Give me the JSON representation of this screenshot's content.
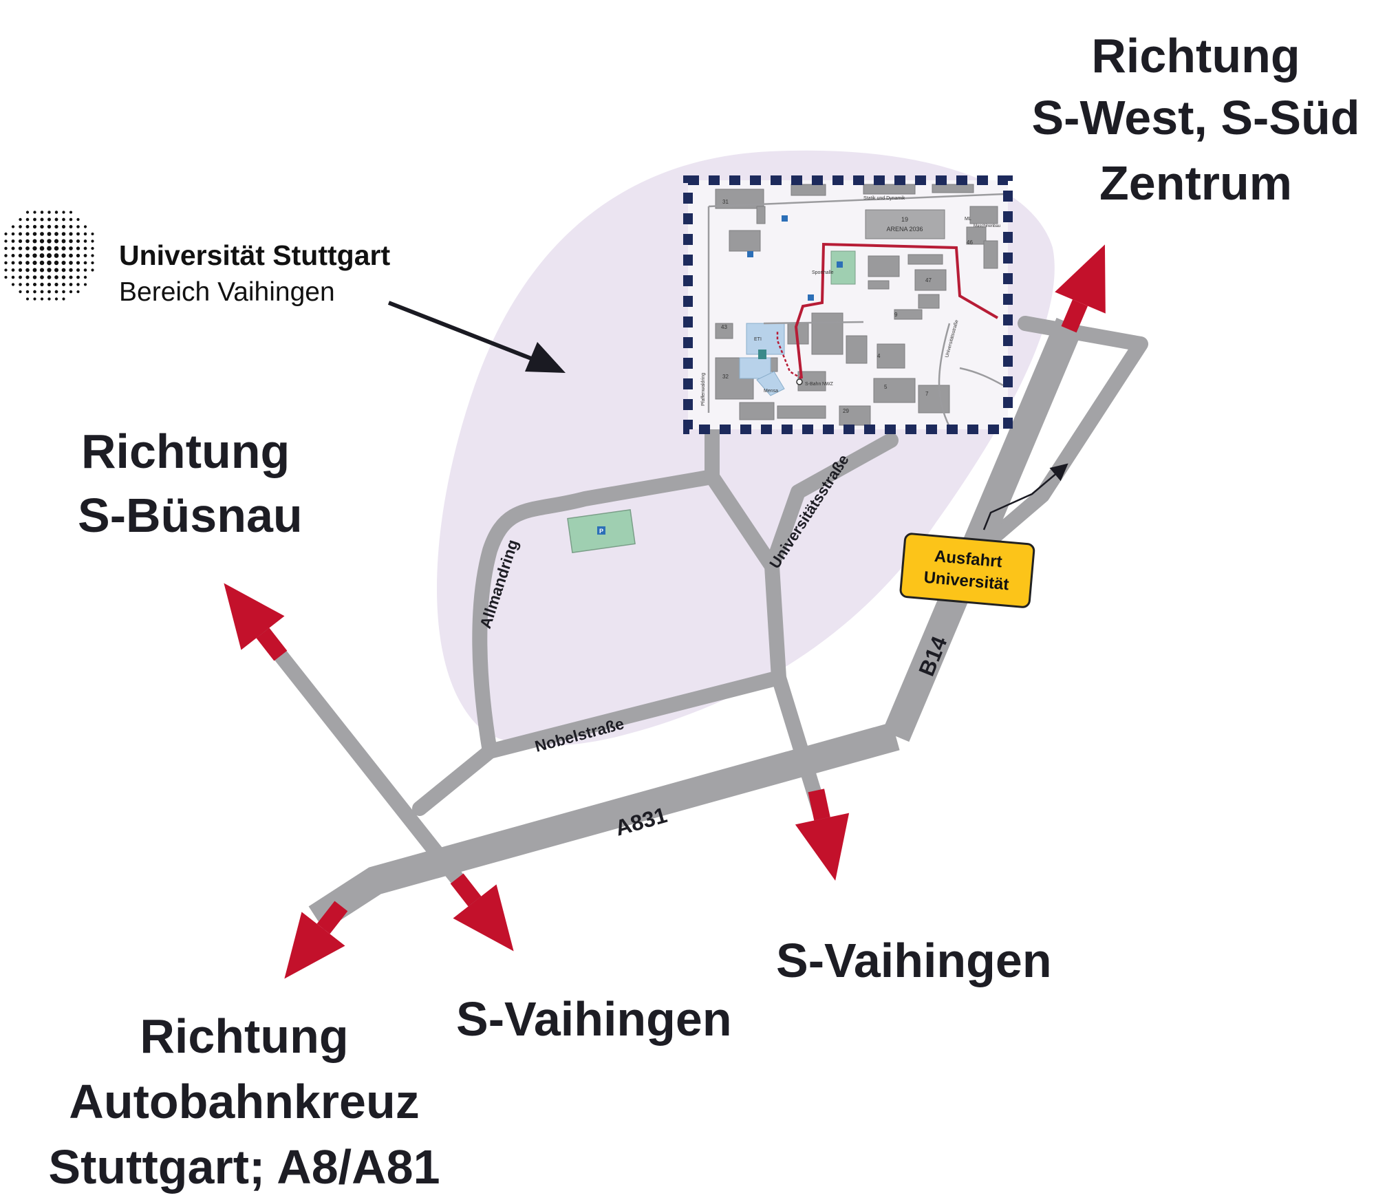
{
  "university": {
    "name": "Universität Stuttgart",
    "area": "Bereich Vaihingen"
  },
  "directions": {
    "top_right": [
      "Richtung",
      "S-West, S-Süd",
      "Zentrum"
    ],
    "left": [
      "Richtung",
      "S-Büsnau"
    ],
    "bottom_left": [
      "Richtung",
      "Autobahnkreuz",
      "Stuttgart; A8/A81"
    ],
    "bottom_middle": "S-Vaihingen",
    "bottom_right": "S-Vaihingen"
  },
  "roads": {
    "a831": "A831",
    "b14": "B14",
    "nobelstrasse": "Nobelstraße",
    "allmandring": "Allmandring",
    "universitaetsstrasse": "Universitätsstraße"
  },
  "exit_sign": {
    "line1": "Ausfahrt",
    "line2": "Universität"
  },
  "campus_inset": {
    "arena_number": "19",
    "arena_name": "ARENA 2036",
    "label_statik": "Statik und Dynamik",
    "label_sport": "Sporthalle",
    "label_mensa": "Mensa",
    "label_sbahn": "S-Bahn",
    "label_nwz": "NWZ",
    "label_etl": "ETI",
    "label_ml": "ML",
    "label_masch": "Maschinenbau",
    "label_uni_street": "Universitätsstraße",
    "label_pfaffen": "Pfaffenwaldring",
    "num_43": "43",
    "num_46": "46",
    "num_47": "47",
    "num_31": "31",
    "num_29": "29",
    "num_4": "4",
    "num_5": "5",
    "num_7": "7",
    "num_9": "9",
    "num_32": "32"
  },
  "colors": {
    "road_gray": "#a3a3a6",
    "arrow_red": "#c3112b",
    "campus_blob": "#ebe4f1",
    "inset_border": "#1d2a5c",
    "route_red": "#b71c36",
    "exit_yellow": "#fcc419",
    "parking_green": "#9fcfb1",
    "parking_blue": "#2c6fb7"
  },
  "icons": {
    "logo": "university-dot-logo-icon",
    "parking": "parking-icon",
    "pointer_arrow": "pointer-arrow-icon"
  }
}
